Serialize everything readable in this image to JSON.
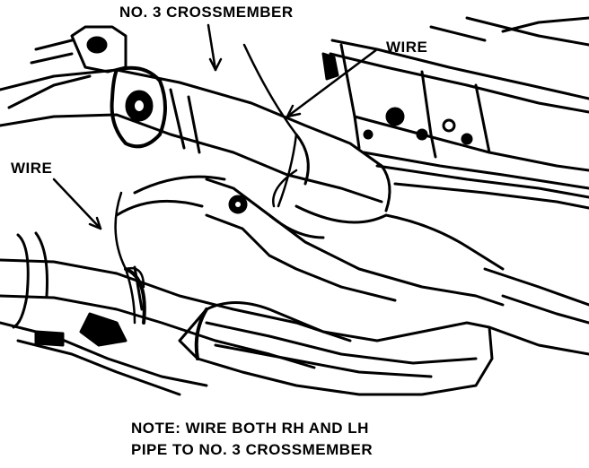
{
  "labels": {
    "crossmember": "NO. 3 CROSSMEMBER",
    "wire_right": "WIRE",
    "wire_left": "WIRE"
  },
  "note": {
    "line1": "NOTE: WIRE BOTH RH AND LH",
    "line2": "PIPE TO NO. 3 CROSSMEMBER"
  },
  "colors": {
    "ink": "#000000",
    "paper": "#ffffff"
  }
}
